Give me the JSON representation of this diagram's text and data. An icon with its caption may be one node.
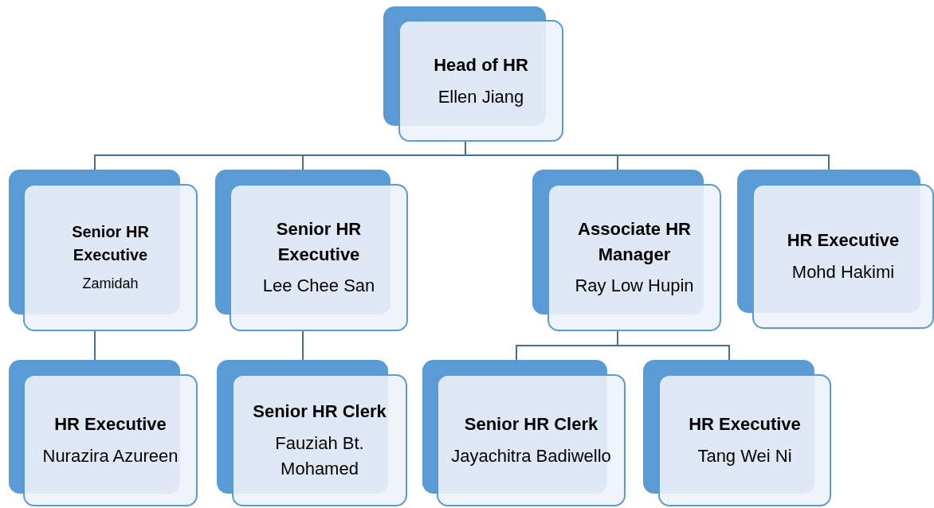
{
  "diagram": {
    "nodes": [
      {
        "text": [
          "Head of HR",
          "Ellen Jiang"
        ]
      },
      {
        "text": [
          "Senior HR Executive",
          "Zamidah"
        ]
      },
      {
        "text": [
          "Senior HR Executive",
          "Lee Chee San"
        ]
      },
      {
        "text": [
          "Associate HR Manager",
          "Ray Low Hupin"
        ]
      },
      {
        "text": [
          "HR Executive",
          "Mohd Hakimi"
        ]
      },
      {
        "text": [
          "HR Executive",
          "Nurazira Azureen"
        ]
      },
      {
        "text": [
          "Senior HR Clerk",
          "Fauziah Bt. Mohamed"
        ]
      },
      {
        "text": [
          "Senior HR Clerk",
          "Jayachitra Badiwello"
        ]
      },
      {
        "text": [
          "HR Executive",
          "Tang Wei Ni"
        ]
      }
    ],
    "edges": [
      {
        "from": 0,
        "to": 1,
        "arrow": "none"
      },
      {
        "from": 0,
        "to": 2,
        "arrow": "none"
      },
      {
        "from": 0,
        "to": 3,
        "arrow": "none"
      },
      {
        "from": 0,
        "to": 4,
        "arrow": "none"
      },
      {
        "from": 1,
        "to": 5,
        "arrow": "none"
      },
      {
        "from": 2,
        "to": 6,
        "arrow": "none"
      },
      {
        "from": 3,
        "to": 7,
        "arrow": "none"
      },
      {
        "from": 3,
        "to": 8,
        "arrow": "none"
      }
    ]
  }
}
